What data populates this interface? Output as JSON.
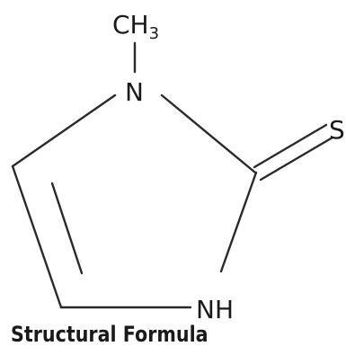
{
  "molecule": {
    "methyl": {
      "element": "CH",
      "subscript": "3"
    },
    "ring_nitrogen": "N",
    "thione_sulfur": "S",
    "ring_nh": "NH"
  },
  "caption": "Structural Formula",
  "colors": {
    "ink": "#1a1a1a",
    "background": "#ffffff"
  }
}
